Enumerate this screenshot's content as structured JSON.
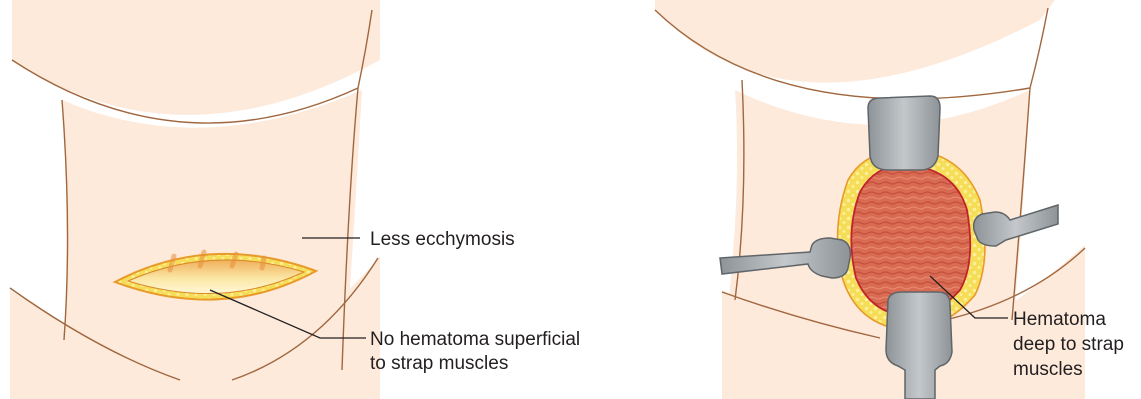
{
  "labels": {
    "less_ecchymosis": "Less ecchymosis",
    "no_hematoma_line1": "No hematoma superficial",
    "no_hematoma_line2": "to strap muscles",
    "hematoma_line1": "Hematoma",
    "hematoma_line2": "deep to strap",
    "hematoma_line3": "muscles"
  },
  "colors": {
    "skin": "#fdeadb",
    "skin_outline": "#a0673f",
    "fat": "#f6dd57",
    "fat_outline": "#e89a2a",
    "hematoma": "#d4664f",
    "hematoma_outline": "#c0232b",
    "retractor": "#9aa0a4",
    "leader_line": "#231f20"
  }
}
